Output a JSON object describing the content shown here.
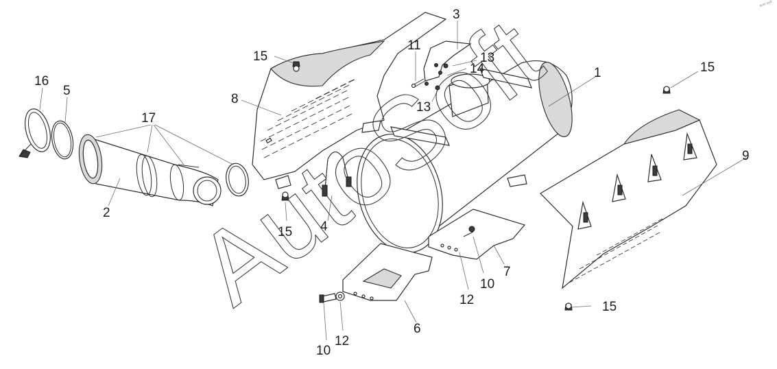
{
  "watermark": "AutoSoft",
  "corner_mark": "auto soft",
  "callouts": {
    "c16": "16",
    "c5": "5",
    "c17": "17",
    "c2": "2",
    "c8": "8",
    "c15a": "15",
    "c11": "11",
    "c3": "3",
    "c13a": "13",
    "c14": "14",
    "c13b": "13",
    "c1": "1",
    "c15b": "15",
    "c9": "9",
    "c15c": "15",
    "c4": "4",
    "c7": "7",
    "c10a": "10",
    "c12a": "12",
    "c6": "6",
    "c12b": "12",
    "c10b": "10",
    "c15d": "15"
  }
}
